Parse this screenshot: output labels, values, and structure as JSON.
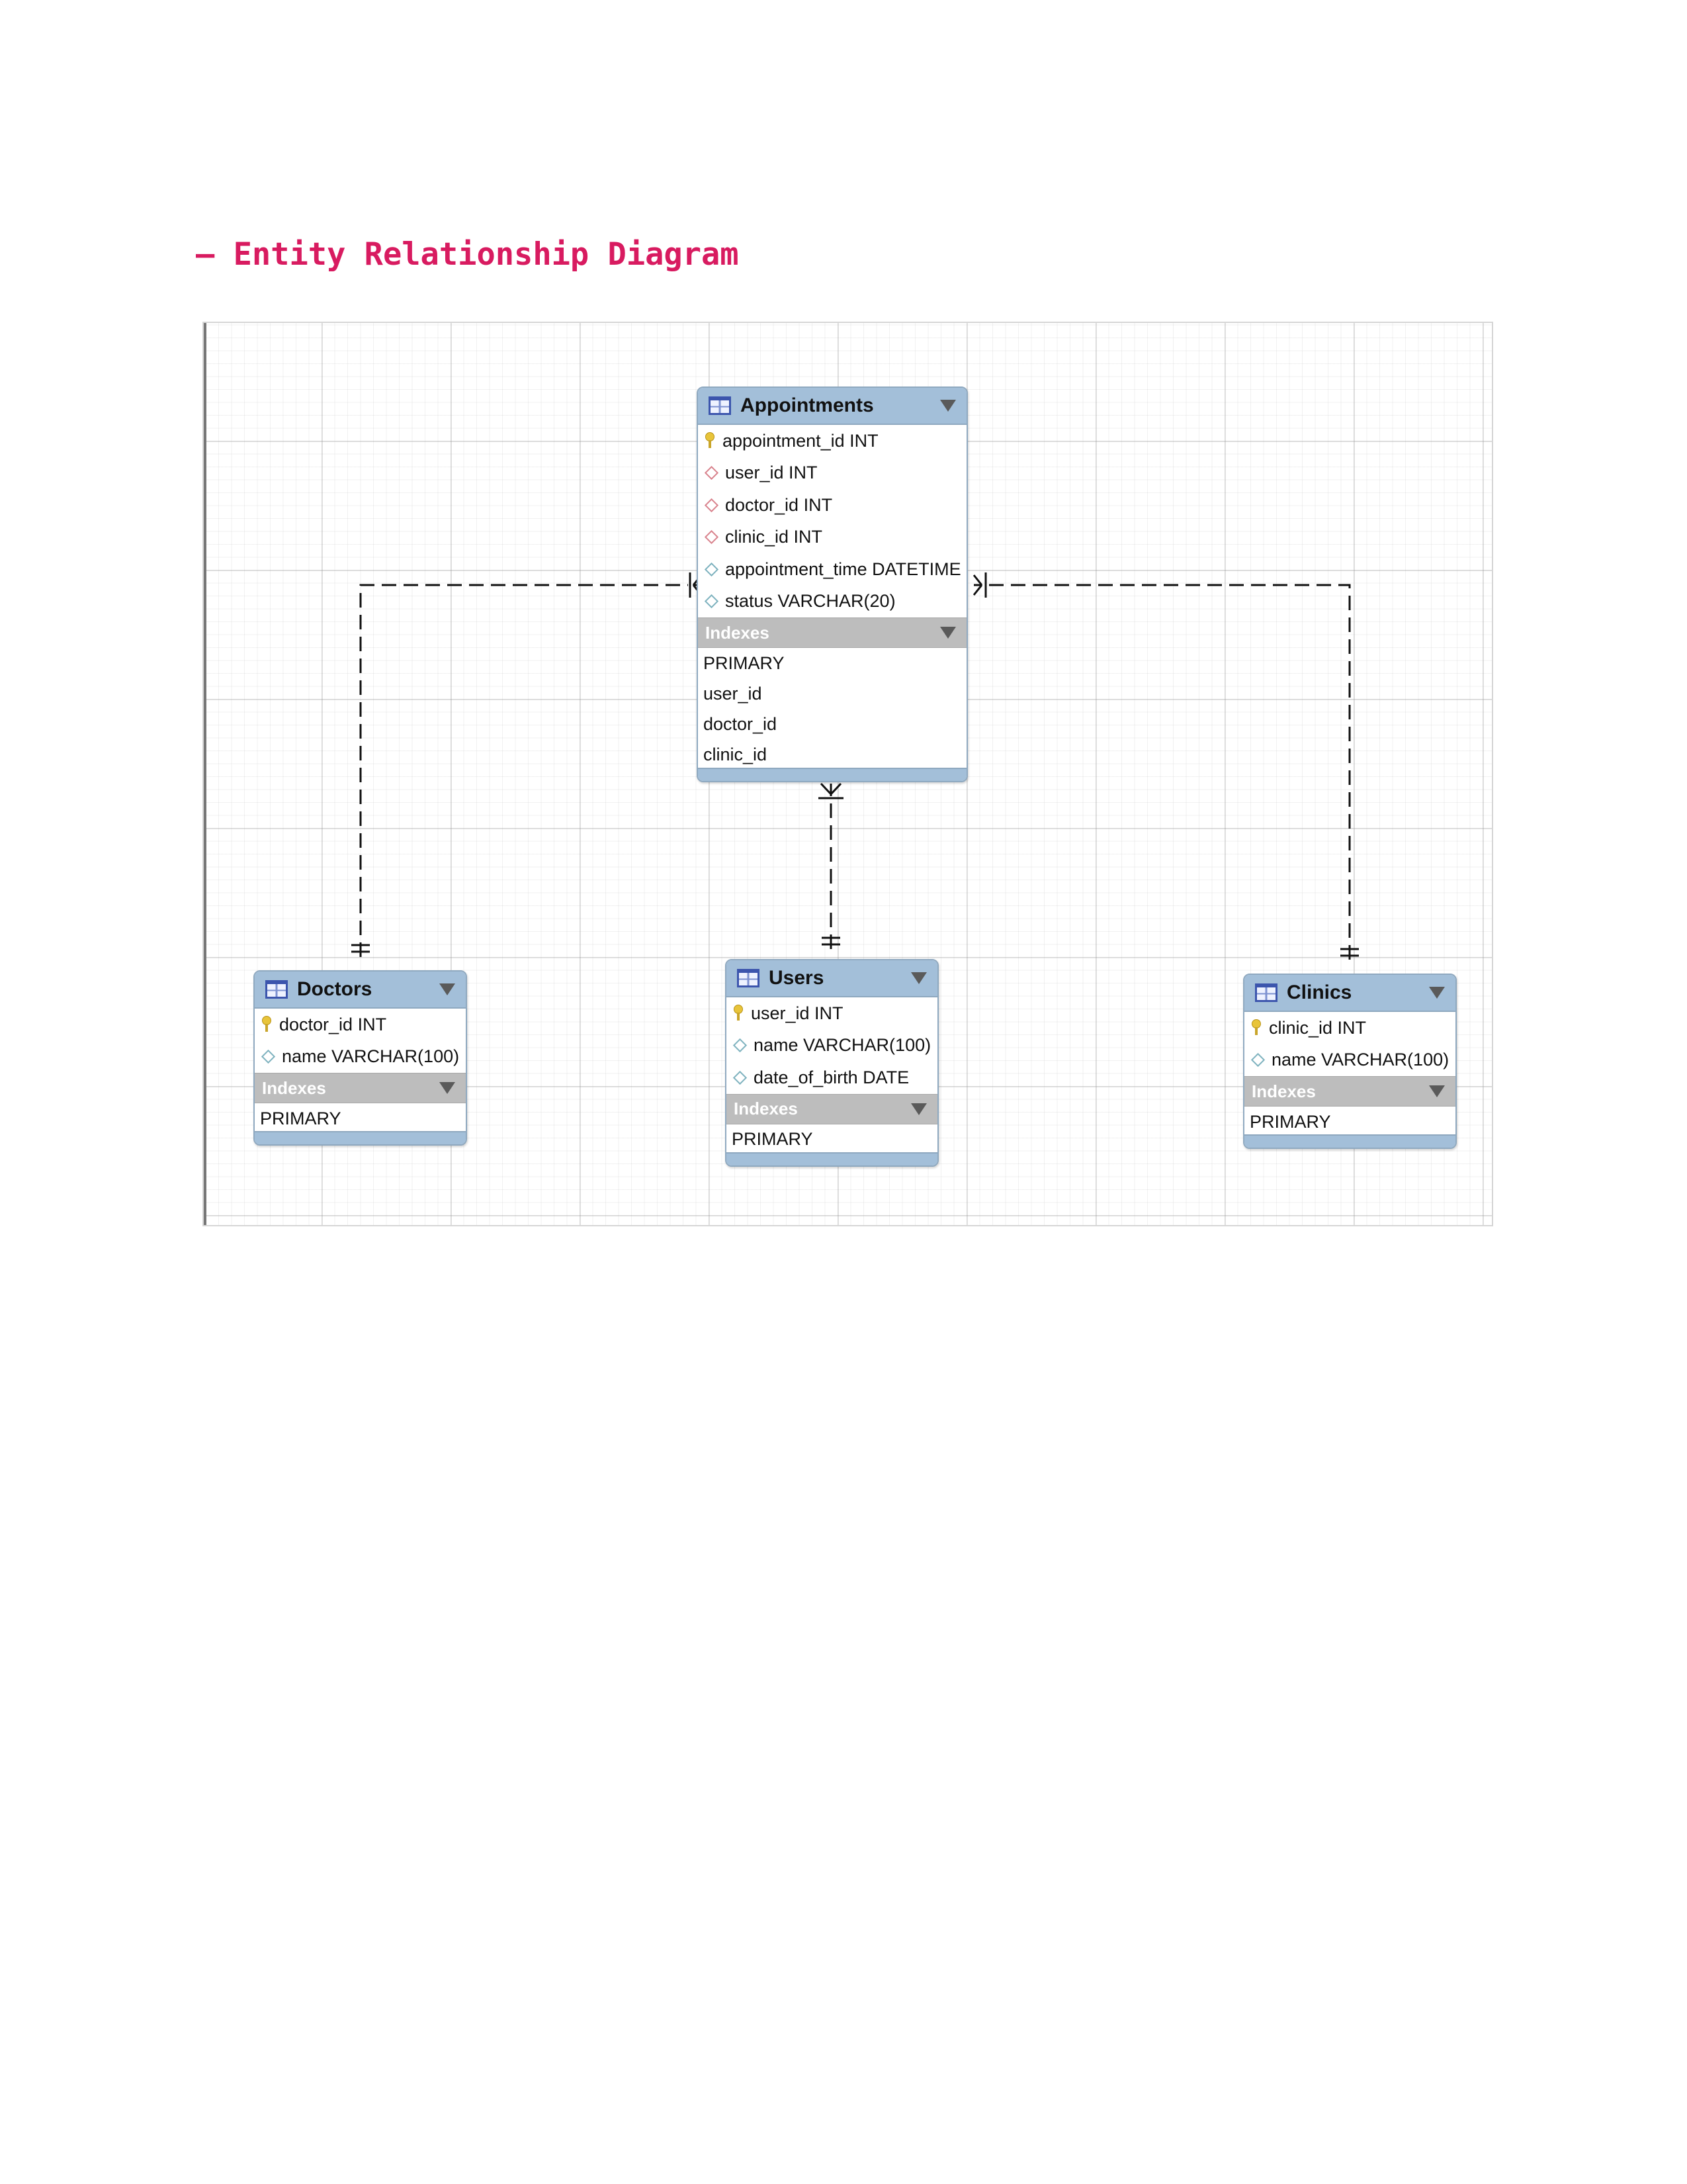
{
  "heading": "— Entity Relationship Diagram",
  "entities": {
    "appointments": {
      "title": "Appointments",
      "columns": [
        "appointment_id INT",
        "user_id INT",
        "doctor_id INT",
        "clinic_id INT",
        "appointment_time DATETIME",
        "status VARCHAR(20)"
      ],
      "indexes_label": "Indexes",
      "indexes": [
        "PRIMARY",
        "user_id",
        "doctor_id",
        "clinic_id"
      ]
    },
    "doctors": {
      "title": "Doctors",
      "columns": [
        "doctor_id INT",
        "name VARCHAR(100)"
      ],
      "indexes_label": "Indexes",
      "indexes": [
        "PRIMARY"
      ]
    },
    "users": {
      "title": "Users",
      "columns": [
        "user_id INT",
        "name VARCHAR(100)",
        "date_of_birth DATE"
      ],
      "indexes_label": "Indexes",
      "indexes": [
        "PRIMARY"
      ]
    },
    "clinics": {
      "title": "Clinics",
      "columns": [
        "clinic_id INT",
        "name VARCHAR(100)"
      ],
      "indexes_label": "Indexes",
      "indexes": [
        "PRIMARY"
      ]
    }
  },
  "relationships": [
    {
      "from": "doctors",
      "to": "appointments",
      "from_cardinality": "one-and-only-one",
      "to_cardinality": "one-or-many"
    },
    {
      "from": "users",
      "to": "appointments",
      "from_cardinality": "one-and-only-one",
      "to_cardinality": "one-or-many"
    },
    {
      "from": "clinics",
      "to": "appointments",
      "from_cardinality": "one-and-only-one",
      "to_cardinality": "one-or-many"
    }
  ],
  "colors": {
    "heading": "#d81b60",
    "entity_header": "#a3bfd9",
    "index_header": "#bdbdbd",
    "primary_key_icon": "#e8c43a",
    "foreign_key_icon": "#d9848e",
    "attribute_icon": "#7fb3bf"
  }
}
